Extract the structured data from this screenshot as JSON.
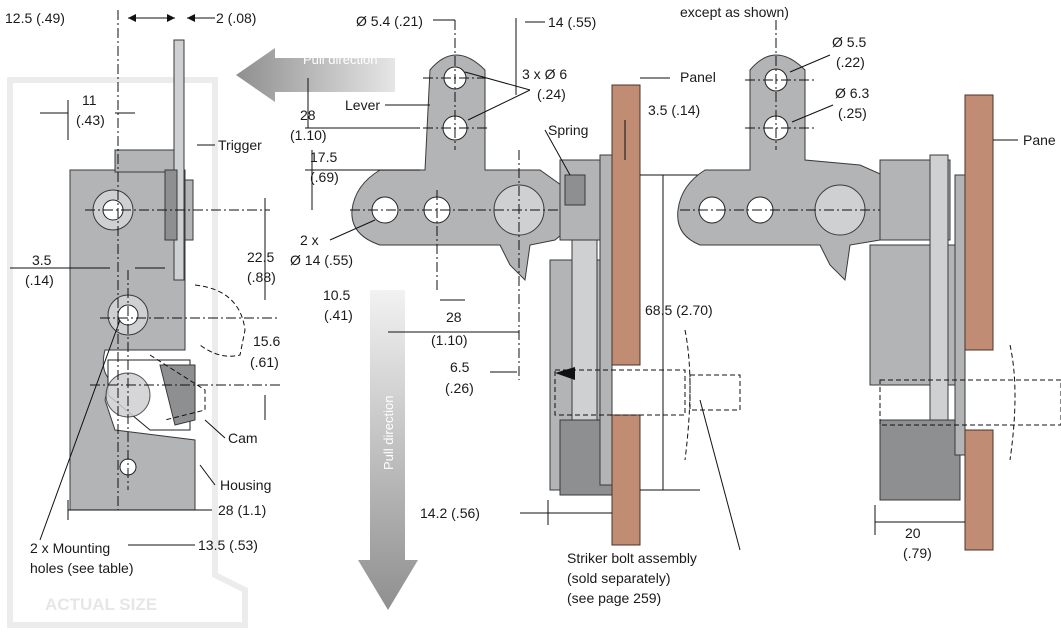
{
  "colors": {
    "part": "#b3b4b6",
    "panel": "#c08c73",
    "arrow": "#a6a6a6"
  },
  "top_note": "except as shown)",
  "left_view": {
    "dim_width_top": "12.5 (.49)",
    "dim_trigger_thickness": "2 (.08)",
    "dim_offset_a": "11",
    "dim_offset_b": "(.43)",
    "label_trigger": "Trigger",
    "dim_left_a": "3.5",
    "dim_left_b": "(.14)",
    "dim_spacing_a": "22.5",
    "dim_spacing_b": "(.88)",
    "dim_cam_a": "15.6",
    "dim_cam_b": "(.61)",
    "label_cam": "Cam",
    "label_housing": "Housing",
    "dim_width_bottom": "28 (1.1)",
    "dim_hole_offset": "13.5 (.53)",
    "label_mounting_a": "2 x Mounting",
    "label_mounting_b": "holes (see table)",
    "ghost_label": "ACTUAL SIZE"
  },
  "arrows": {
    "pull_horizontal": "Pull direction",
    "pull_vertical": "Pull direction"
  },
  "middle_view": {
    "dim_lever_hole": "Ø 5.4 (.21)",
    "dim_lever_thickness": "14 (.55)",
    "label_holes_a": "3 x Ø 6",
    "label_holes_b": "(.24)",
    "label_lever": "Lever",
    "dim_lever_pitch_a": "28",
    "dim_lever_pitch_b": "(1.10)",
    "label_spring": "Spring",
    "dim_lever_height_a": "17.5",
    "dim_lever_height_b": "(.69)",
    "label_pivot_a": "2 x",
    "label_pivot_b": "Ø 14 (.55)",
    "dim_pivot_a": "10.5",
    "dim_pivot_b": "(.41)",
    "dim_span_a": "28",
    "dim_span_b": "(1.10)",
    "dim_small_a": "6.5",
    "dim_small_b": "(.26)",
    "dim_bottom": "14.2 (.56)",
    "label_panel": "Panel",
    "dim_panel_a": "3.5 (.14)",
    "dim_height": "68.5 (2.70)",
    "label_striker_a": "Striker bolt assembly",
    "label_striker_b": "(sold separately)",
    "label_striker_c": "(see page 259)"
  },
  "right_view": {
    "dim_hole_a_a": "Ø 5.5",
    "dim_hole_a_b": "(.22)",
    "dim_hole_b_a": "Ø 6.3",
    "dim_hole_b_b": "(.25)",
    "label_panel": "Pane",
    "dim_bottom_a": "20",
    "dim_bottom_b": "(.79)"
  }
}
